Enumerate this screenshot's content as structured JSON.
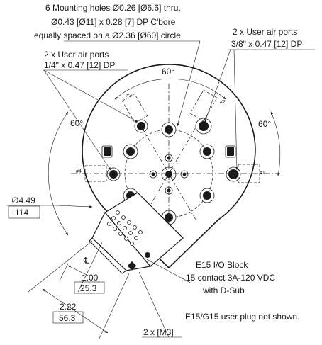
{
  "callouts": {
    "mounting_line1": "6 Mounting holes Ø0.26 [Ø6.6] thru,",
    "mounting_line2": "Ø0.43 [Ø11] x 0.28 [7] DP C'bore",
    "mounting_line3": "equally spaced on a Ø2.36 [Ø60] circle",
    "air_large_line1": "2 x User air ports",
    "air_large_line2": "3/8\" x 0.47 [12] DP",
    "air_small_line1": "2 x User air ports",
    "air_small_line2": "1/4\" x 0.47 [12] DP",
    "io_line1": "E15 I/O Block",
    "io_line2": "15 contact 3A-120 VDC",
    "io_line3": "with D-Sub",
    "note": "E15/G15 user plug not shown.",
    "screws": "2 x [M3]"
  },
  "dimensions": {
    "angle_top": "60°",
    "angle_left": "60°",
    "angle_right": "60°",
    "diameter_in": "∅4.49",
    "diameter_mm": "114",
    "offset_in": "1.00",
    "offset_mm": "25.3",
    "length_in": "2.22",
    "length_mm": "56.3",
    "centerline_symbol": "℄"
  },
  "port_labels": {
    "port1": "#1",
    "port2": "#2",
    "port3": "#3",
    "port4": "#4"
  }
}
